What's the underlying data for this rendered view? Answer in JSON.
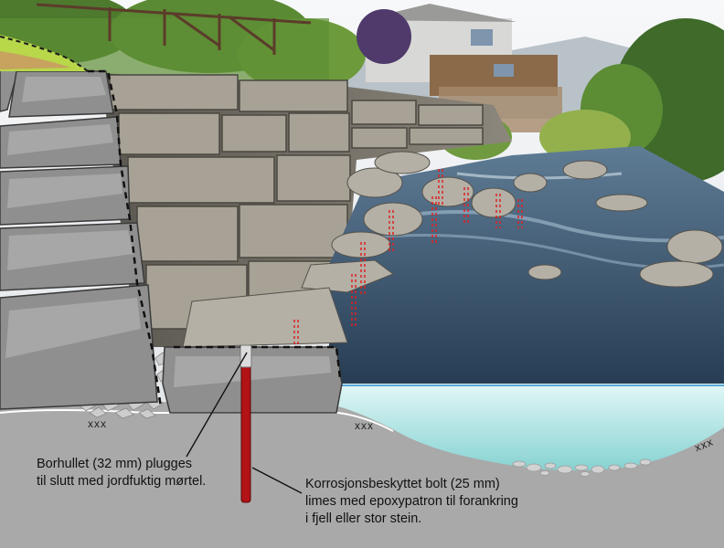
{
  "callouts": {
    "borehole": {
      "lines": [
        "Borhullet (32 mm) plugges",
        "til slutt med jordfuktig mørtel."
      ]
    },
    "bolt": {
      "lines": [
        "Korrosjonsbeskyttet bolt (25 mm)",
        "limes med epoxypatron til forankring",
        "i fjell eller stor stein."
      ]
    }
  },
  "marks": {
    "scratch": "xxx"
  },
  "colors": {
    "bedrock": "#a9a9a9",
    "stone_fill": "#909090",
    "stone_highlight": "#a7a7a7",
    "water_top": "#d6f4f4",
    "water_bottom": "#8ed6d6",
    "bolt": "#b31217",
    "drill_marker": "#e02020",
    "grass": "#b8d84a",
    "sky": "#f4f6f8"
  }
}
